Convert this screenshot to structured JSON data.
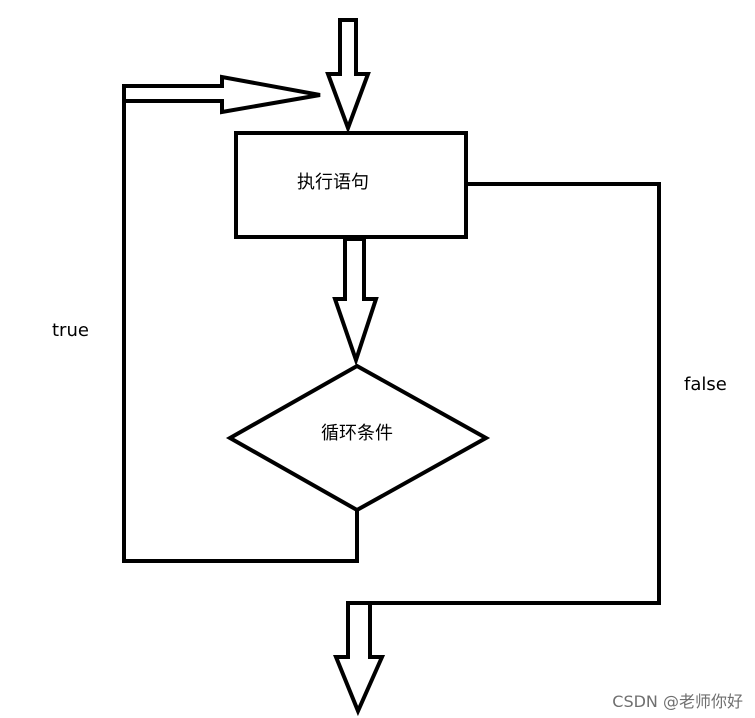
{
  "diagram": {
    "process_label": "执行语句",
    "condition_label": "循环条件",
    "true_label": "true",
    "false_label": "false"
  },
  "watermark": "CSDN @老师你好"
}
